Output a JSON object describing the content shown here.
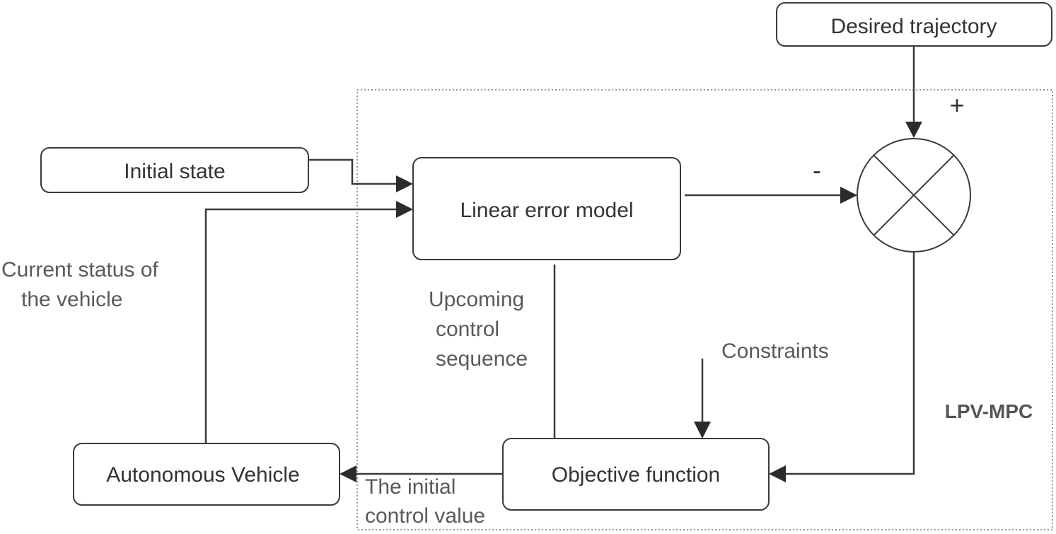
{
  "group": {
    "label": "LPV-MPC"
  },
  "nodes": {
    "desired_trajectory": "Desired trajectory",
    "initial_state": "Initial state",
    "linear_error_model": "Linear error model",
    "objective_function": "Objective function",
    "autonomous_vehicle": "Autonomous Vehicle"
  },
  "signs": {
    "plus": "+",
    "minus": "-"
  },
  "labels": {
    "current_status": [
      "Current status of",
      "the vehicle"
    ],
    "upcoming_control": [
      "Upcoming",
      "control",
      "sequence"
    ],
    "constraints": "Constraints",
    "initial_control": [
      "The initial",
      "control value"
    ]
  },
  "colors": {
    "stroke": "#3a3a3a",
    "box_text": "#333333",
    "label_text": "#5a5a5a",
    "frame": "#9a9a9a"
  }
}
